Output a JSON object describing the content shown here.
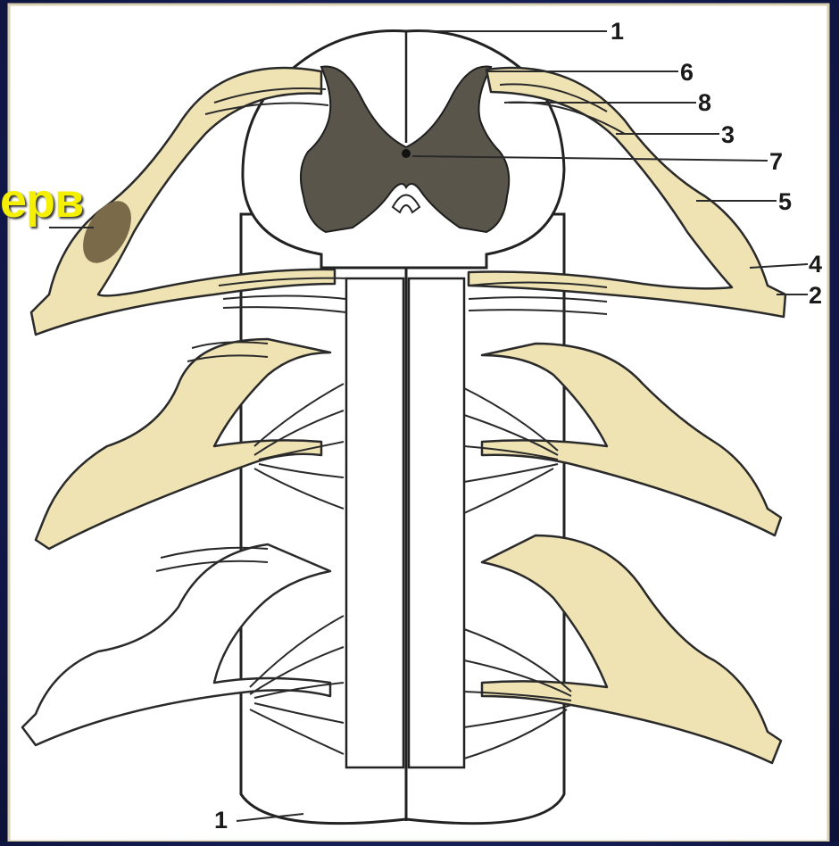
{
  "overlay_text": "ерв",
  "labels": {
    "l1_top": "1",
    "l6": "6",
    "l8": "8",
    "l3": "3",
    "l7": "7",
    "l5": "5",
    "l4": "4",
    "l2": "2",
    "l1_bottom": "1"
  },
  "colors": {
    "background": "#141c52",
    "figure_bg": "#ffffff",
    "nerve_fill": "#efe3b4",
    "gray_matter": "#5a554a",
    "overlay_text": "#f4f000"
  }
}
